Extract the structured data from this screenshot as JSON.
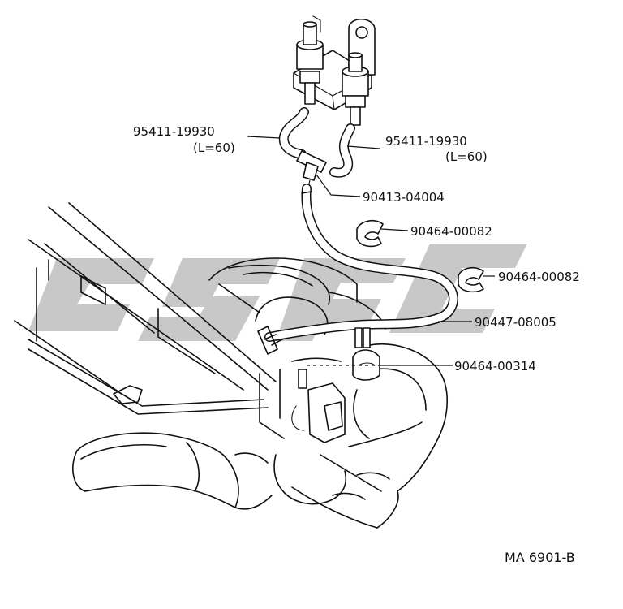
{
  "parts": [
    {
      "number": "95411-19930",
      "note": "(L=60)"
    },
    {
      "number": "95411-19930",
      "note": "(L=60)"
    },
    {
      "number": "90413-04004"
    },
    {
      "number": "90464-00082"
    },
    {
      "number": "90464-00082"
    },
    {
      "number": "90447-08005"
    },
    {
      "number": "90464-00314"
    }
  ],
  "figure_ref": "MA 6901-B"
}
